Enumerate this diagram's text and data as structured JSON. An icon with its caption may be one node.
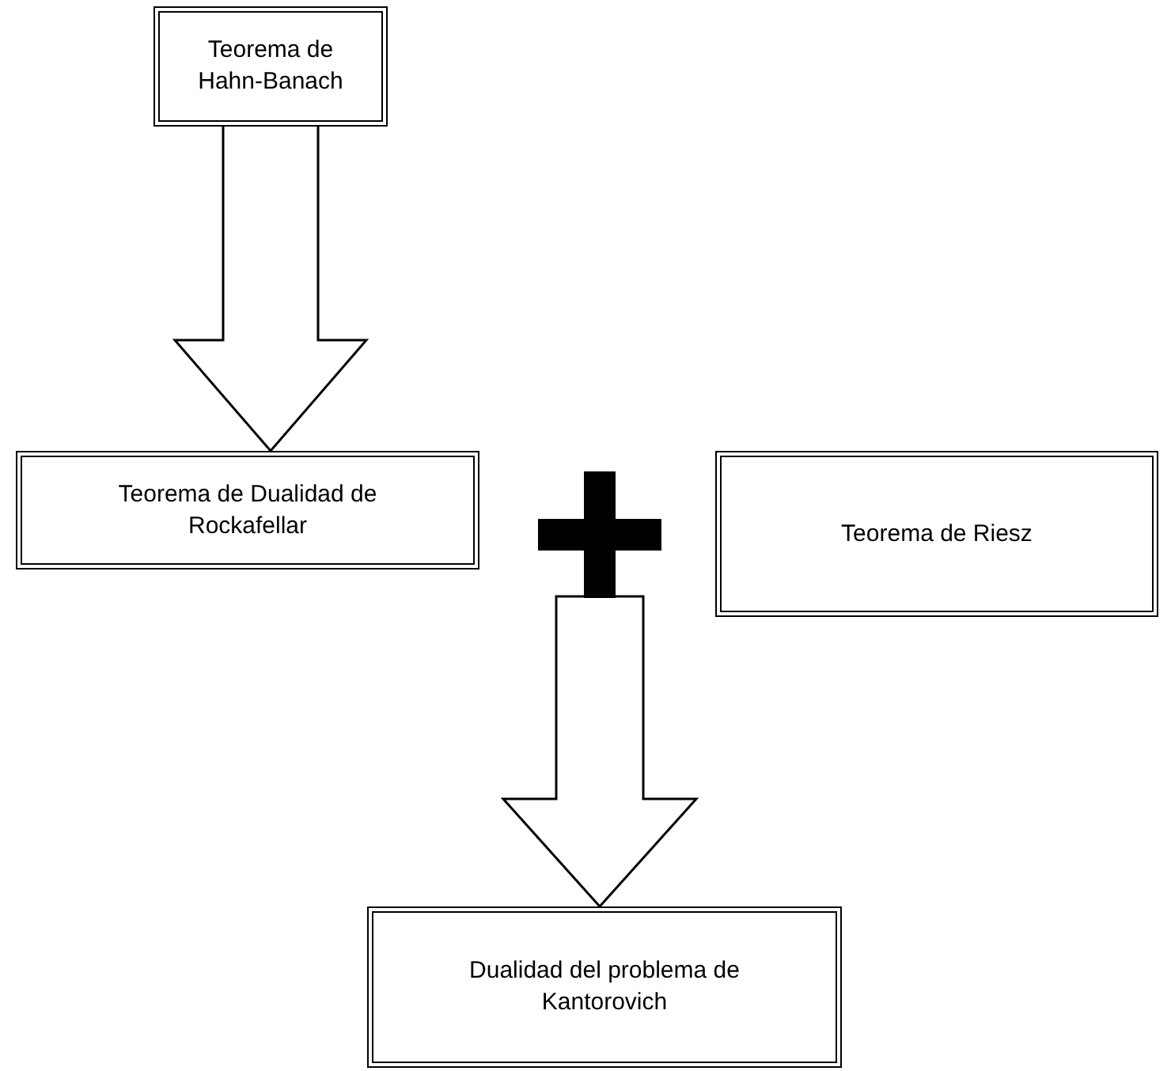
{
  "diagram": {
    "nodes": [
      {
        "text": [
          "Teorema de Hahn-Banach"
        ]
      },
      {
        "text": [
          "Teorema de Dualidad de Rockafellar"
        ]
      },
      {
        "text": [],
        "shape": "plus"
      },
      {
        "text": [
          "Teorema de Riesz"
        ]
      },
      {
        "text": [
          "Dualidad del problema de Kantorovich"
        ]
      }
    ],
    "edges": [
      {
        "from": 0,
        "to": 1,
        "arrow": "to"
      },
      {
        "from": 2,
        "to": 4,
        "arrow": "to"
      }
    ]
  }
}
